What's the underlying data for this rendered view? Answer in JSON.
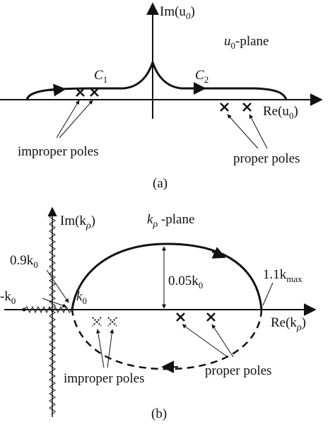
{
  "panel_a": {
    "im_axis": "Im(u",
    "im_axis_sub": "0",
    "re_axis": "Re(u",
    "re_axis_sub": "0",
    "plane_u": "u",
    "plane_sub": "0",
    "plane_suffix": "-plane",
    "c1": "C",
    "c1_sub": "1",
    "c2": "C",
    "c2_sub": "2",
    "improper_poles": "improper poles",
    "proper_poles": "proper poles",
    "caption": "(a)"
  },
  "panel_b": {
    "im_axis": "Im(k",
    "im_axis_rho": "ρ",
    "re_axis": "Re(k",
    "re_axis_rho": "ρ",
    "plane_k": "k",
    "plane_rho": "ρ",
    "plane_suffix": " -plane",
    "k09": "0.9k",
    "k09_sub": "0",
    "neg_k0": "-k",
    "neg_k0_sub": "0",
    "k0": "k",
    "k0_sub": "0",
    "height": "0.05k",
    "height_sub": "0",
    "kmax": "1.1k",
    "kmax_sub": "max",
    "improper_poles": "improper poles",
    "proper_poles": "proper  poles",
    "caption": "(b)"
  },
  "colors": {
    "ink": "#111111"
  }
}
